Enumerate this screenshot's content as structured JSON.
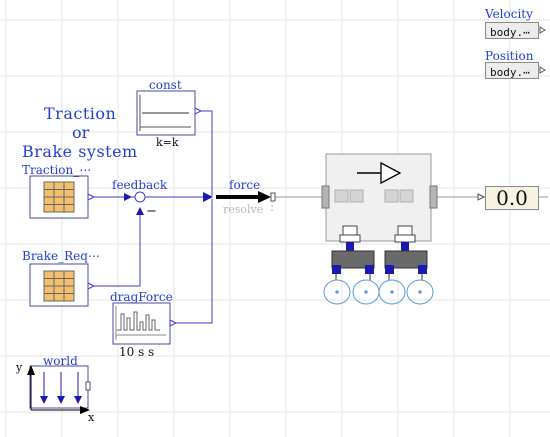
{
  "labels": {
    "velocity": "Velocity",
    "velocity_port": "body.⋯",
    "position": "Position",
    "position_port": "body.⋯",
    "const": "const",
    "const_param": "k=k",
    "traction_text_1": "Traction",
    "traction_text_2": "or",
    "traction_text_3": "Brake system",
    "traction_req": "Traction_⋯",
    "feedback": "feedback",
    "feedback_minus": "−",
    "force": "force",
    "resolve": "resolve",
    "brake_req": "Brake_Req⋯",
    "dragforce": "dragForce",
    "dragforce_param": "10 s s",
    "world": "world",
    "axis_y": "y",
    "axis_x": "x",
    "output_value": "0.0"
  },
  "colors": {
    "label_blue": "#1f3fd6",
    "wire_blue": "#3b3bd0",
    "table_orange": "#f4c06e",
    "output_bg": "#f7f3e3"
  }
}
